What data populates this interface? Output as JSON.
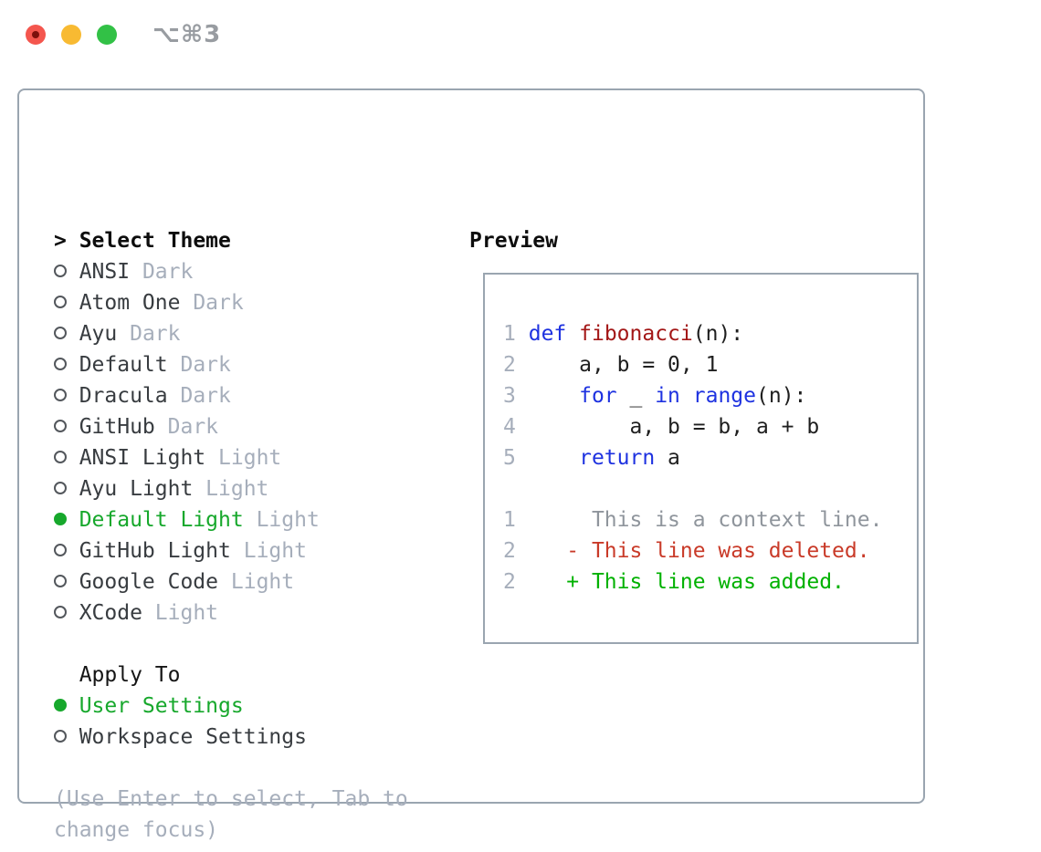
{
  "titlebar": {
    "shortcut": "⌥⌘3",
    "traffic_lights": [
      {
        "name": "close",
        "color": "#f4564e",
        "edited_dot": true
      },
      {
        "name": "minimize",
        "color": "#f8ba32",
        "edited_dot": false
      },
      {
        "name": "zoom",
        "color": "#32c146",
        "edited_dot": false
      }
    ]
  },
  "left": {
    "rows": [
      {
        "kind": "header",
        "marker": ">",
        "label": "Select Theme"
      },
      {
        "kind": "theme",
        "label": "ANSI",
        "suffix": "Dark",
        "selected": false
      },
      {
        "kind": "theme",
        "label": "Atom One",
        "suffix": "Dark",
        "selected": false
      },
      {
        "kind": "theme",
        "label": "Ayu",
        "suffix": "Dark",
        "selected": false
      },
      {
        "kind": "theme",
        "label": "Default",
        "suffix": "Dark",
        "selected": false
      },
      {
        "kind": "theme",
        "label": "Dracula",
        "suffix": "Dark",
        "selected": false
      },
      {
        "kind": "theme",
        "label": "GitHub",
        "suffix": "Dark",
        "selected": false
      },
      {
        "kind": "theme",
        "label": "ANSI Light",
        "suffix": "Light",
        "selected": false
      },
      {
        "kind": "theme",
        "label": "Ayu Light",
        "suffix": "Light",
        "selected": false
      },
      {
        "kind": "theme",
        "label": "Default Light",
        "suffix": "Light",
        "selected": true
      },
      {
        "kind": "theme",
        "label": "GitHub Light",
        "suffix": "Light",
        "selected": false
      },
      {
        "kind": "theme",
        "label": "Google Code",
        "suffix": "Light",
        "selected": false
      },
      {
        "kind": "theme",
        "label": "XCode",
        "suffix": "Light",
        "selected": false
      },
      {
        "kind": "spacer"
      },
      {
        "kind": "subheader",
        "label": "Apply To"
      },
      {
        "kind": "option",
        "label": "User Settings",
        "selected": true
      },
      {
        "kind": "option",
        "label": "Workspace Settings",
        "selected": false
      },
      {
        "kind": "spacer"
      },
      {
        "kind": "hint",
        "label": "(Use Enter to select, Tab to"
      },
      {
        "kind": "hint",
        "label": "change focus)"
      }
    ]
  },
  "preview": {
    "title": "Preview",
    "code_lines": [
      {
        "num": "1",
        "tokens": [
          {
            "t": " "
          },
          {
            "t": "def",
            "c": "k"
          },
          {
            "t": " "
          },
          {
            "t": "fibonacci",
            "c": "f"
          },
          {
            "t": "(n):"
          }
        ]
      },
      {
        "num": "2",
        "tokens": [
          {
            "t": "     a, b = 0, 1"
          }
        ]
      },
      {
        "num": "3",
        "tokens": [
          {
            "t": "     "
          },
          {
            "t": "for",
            "c": "k"
          },
          {
            "t": " _ "
          },
          {
            "t": "in",
            "c": "k"
          },
          {
            "t": " "
          },
          {
            "t": "range",
            "c": "k"
          },
          {
            "t": "(n):"
          }
        ]
      },
      {
        "num": "4",
        "tokens": [
          {
            "t": "         a, b = b, a + b"
          }
        ]
      },
      {
        "num": "5",
        "tokens": [
          {
            "t": "     "
          },
          {
            "t": "return",
            "c": "k"
          },
          {
            "t": " a"
          }
        ]
      }
    ],
    "diff_lines": [
      {
        "num": "1",
        "kind": "context",
        "text": "      This is a context line."
      },
      {
        "num": "2",
        "kind": "deleted",
        "text": "    - This line was deleted."
      },
      {
        "num": "2",
        "kind": "added",
        "text": "    + This line was added."
      }
    ]
  },
  "colors": {
    "accent_selected_green": "#17a82c",
    "diff_added_green": "#00b100",
    "diff_deleted_red": "#c93a28",
    "diff_context_gray": "#8f959c",
    "keyword_blue": "#1e32e0",
    "function_dark_red": "#a31717",
    "muted_gray_blue": "#a6aebb",
    "panel_border_gray": "#9aa5b0",
    "traffic_red": "#f4564e",
    "traffic_yellow": "#f8ba32",
    "traffic_green": "#32c146"
  }
}
